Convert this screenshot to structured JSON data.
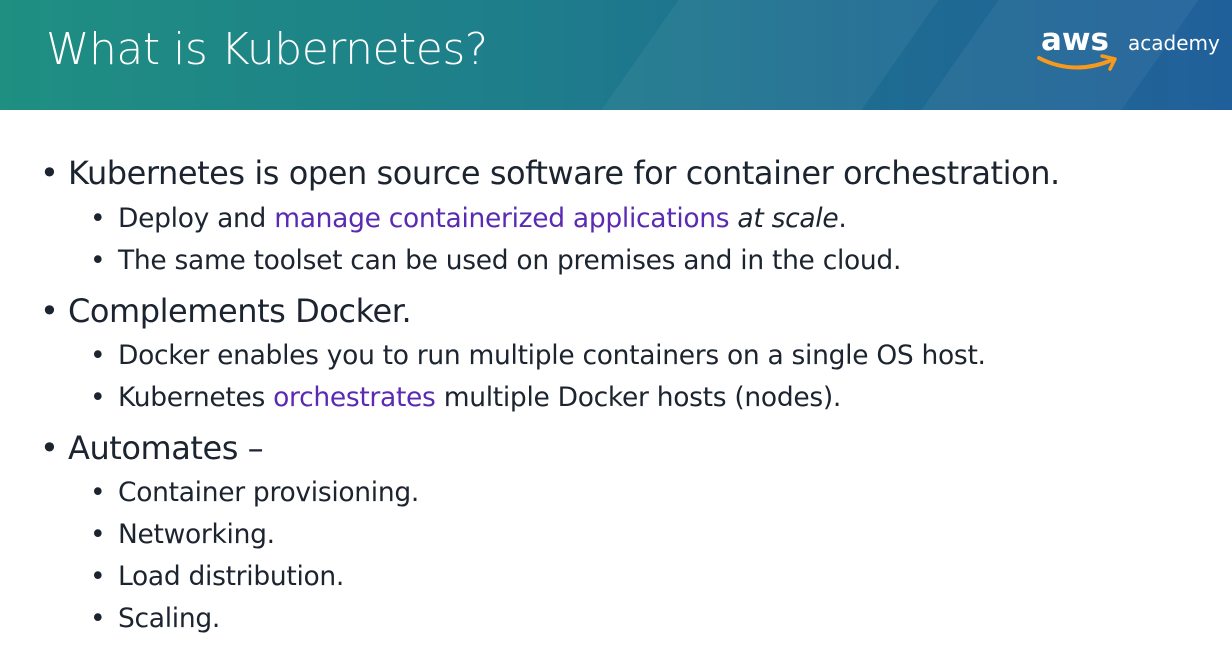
{
  "header": {
    "title": "What is Kubernetes?",
    "background_start": "#1f8f82",
    "background_end": "#20609a"
  },
  "logo": {
    "aws_text": "aws",
    "academy_text": "academy",
    "smile_color": "#f7991c"
  },
  "colors": {
    "accent": "#5a2ab3",
    "body_text": "#1c2430"
  },
  "bullets": {
    "b1": {
      "text": "Kubernetes is open source software for container orchestration.",
      "sub1": {
        "prefix": "Deploy and ",
        "highlight": "manage containerized applications",
        "italic": " at scale",
        "suffix": "."
      },
      "sub2": "The same toolset can be used on premises and in the cloud."
    },
    "b2": {
      "text": "Complements Docker.",
      "sub1": "Docker enables you to run multiple containers on a single OS host.",
      "sub2": {
        "prefix": "Kubernetes ",
        "highlight": "orchestrates",
        "suffix": " multiple Docker hosts (nodes)."
      }
    },
    "b3": {
      "text": "Automates –",
      "subs": [
        "Container provisioning.",
        "Networking.",
        "Load distribution.",
        "Scaling."
      ]
    }
  }
}
